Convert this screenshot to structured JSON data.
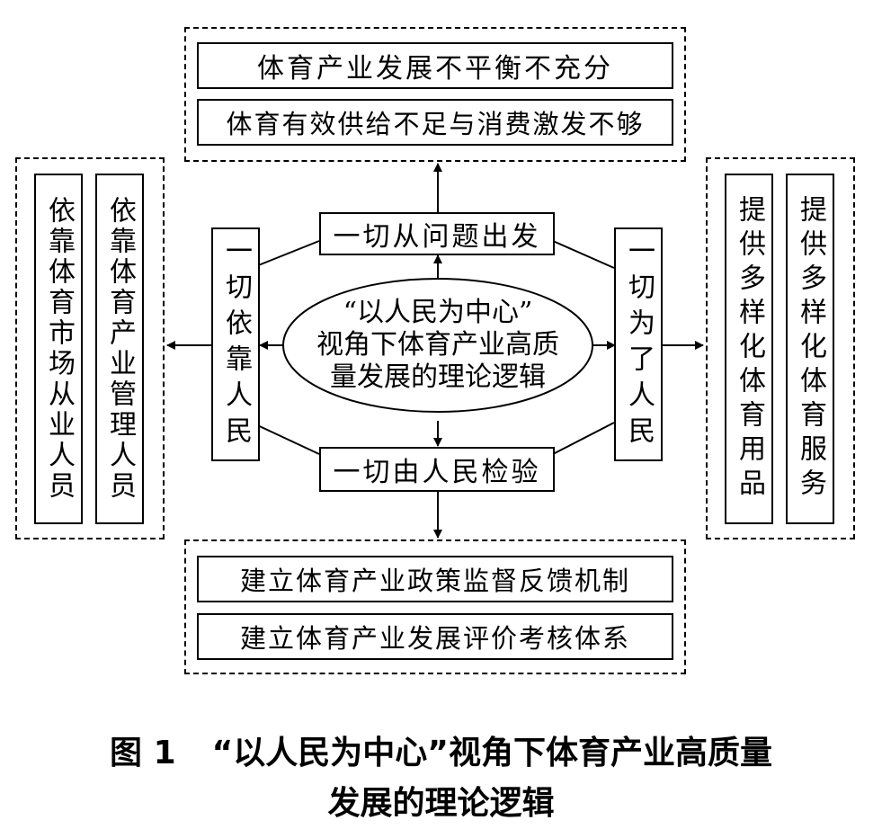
{
  "top": {
    "items": [
      "体育产业发展不平衡不充分",
      "体育有效供给不足与消费激发不够"
    ]
  },
  "bottom": {
    "items": [
      "建立体育产业政策监督反馈机制",
      "建立体育产业发展评价考核体系"
    ]
  },
  "left": {
    "items": [
      "依靠体育市场从业人员",
      "依靠体育产业管理人员"
    ]
  },
  "right": {
    "items": [
      "提供多样化体育用品",
      "提供多样化体育服务"
    ]
  },
  "inner": {
    "top": "一切从问题出发",
    "bottom": "一切由人民检验",
    "left": "一切依靠人民",
    "right": "一切为了人民"
  },
  "center": {
    "line1": "“以人民为中心”",
    "line2": "视角下体育产业高质",
    "line3": "量发展的理论逻辑"
  },
  "caption": {
    "figure_no": "图 1",
    "line1": "“以人民为中心”视角下体育产业高质量",
    "line2": "发展的理论逻辑"
  }
}
